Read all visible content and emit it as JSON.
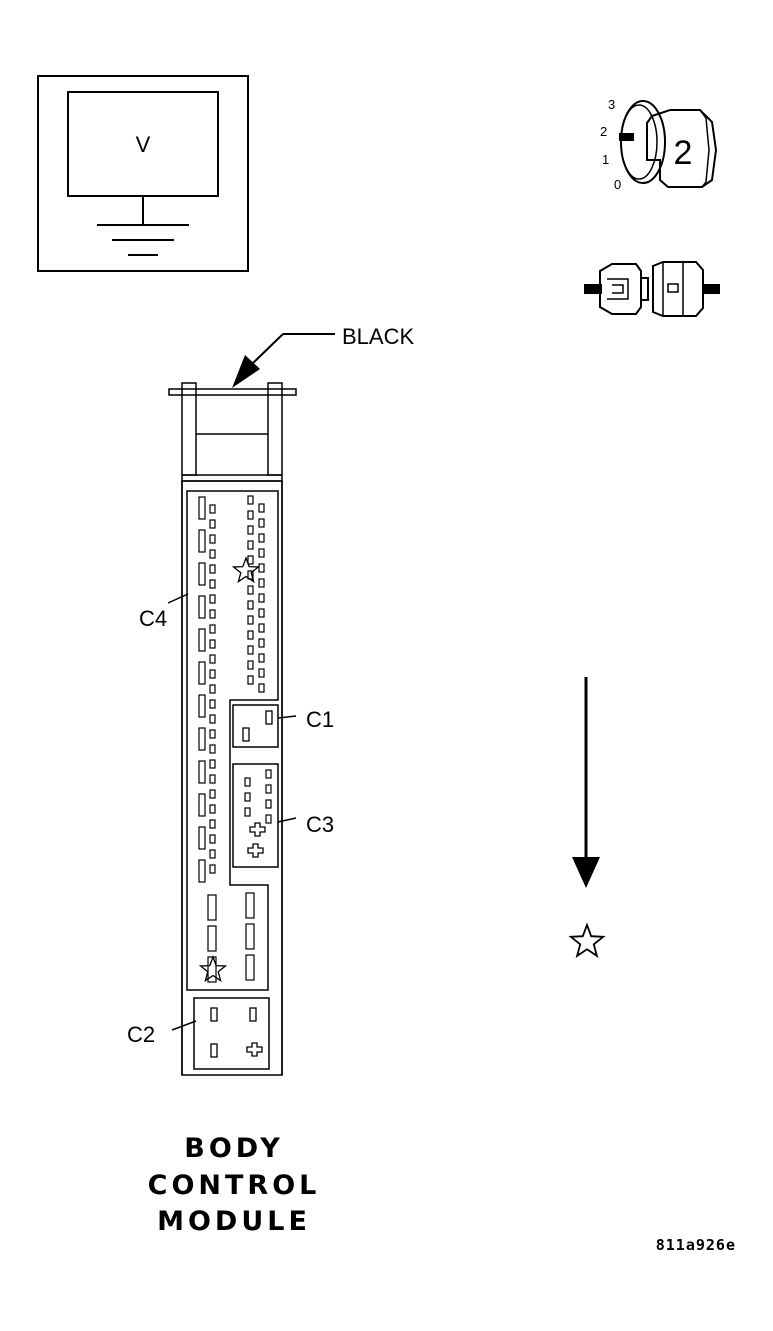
{
  "voltmeter": {
    "symbol": "V"
  },
  "ignition": {
    "positions": [
      "3",
      "2",
      "1",
      "0"
    ],
    "current_position": "2"
  },
  "wire_color": {
    "label": "BLACK"
  },
  "connectors": {
    "c1": "C1",
    "c2": "C2",
    "c3": "C3",
    "c4": "C4"
  },
  "module_title": {
    "line1": "BODY",
    "line2": "CONTROL",
    "line3": "MODULE"
  },
  "figure_code": "811a926e",
  "icons": {
    "meter": "voltmeter-icon",
    "ignition": "ignition-key-icon",
    "connector": "disconnected-connector-icon",
    "arrow": "down-arrow-icon",
    "star": "pin-star-icon"
  }
}
